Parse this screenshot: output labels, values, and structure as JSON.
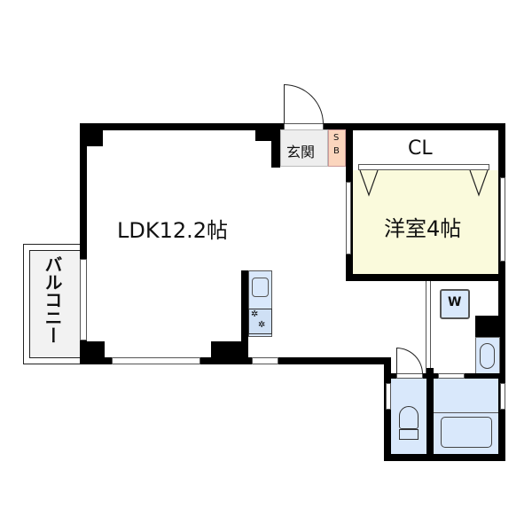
{
  "rooms": {
    "ldk": {
      "label": "LDK12.2帖"
    },
    "western": {
      "label": "洋室4帖"
    },
    "closet": {
      "label": "CL"
    },
    "entrance": {
      "label": "玄関"
    },
    "shoe_box": {
      "label_top": "S",
      "label_bottom": "B"
    },
    "balcony": {
      "label": "バルコニー"
    },
    "washer": {
      "label": "W"
    }
  },
  "colors": {
    "wall": "#000000",
    "western_floor": "#fafadc",
    "entrance_floor": "#eeeeee",
    "shoe_box": "#fbd5bd",
    "wet_area": "#d9e8fb",
    "balcony": "#f2f2f2"
  }
}
